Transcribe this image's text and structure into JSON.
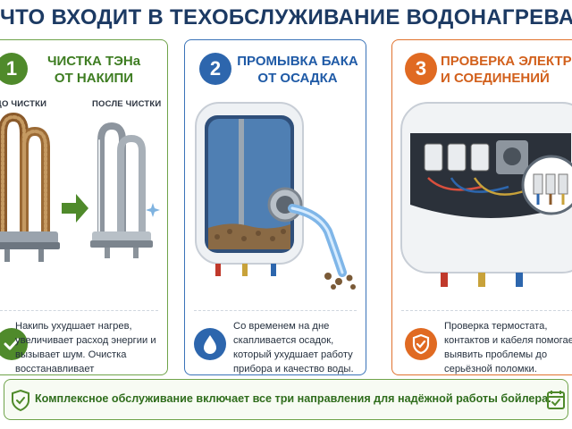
{
  "page": {
    "title": "ЧТО ВХОДИТ В ТЕХОБСЛУЖИВАНИЕ ВОДОНАГРЕВАТЕЛЯ"
  },
  "cards": [
    {
      "number": "1",
      "title": "ЧИСТКА ТЭНа\nОТ НАКИПИ",
      "before_label": "ДО ЧИСТКИ",
      "after_label": "ПОСЛЕ ЧИСТКИ",
      "text": "Накипь ухудшает нагрев, увеличивает расход энергии и вызывает шум. Очистка восстанавливает эффективность.",
      "icon": "check-icon",
      "accent": "#4f8a2b"
    },
    {
      "number": "2",
      "title": "ПРОМЫВКА БАКА\nОТ ОСАДКА",
      "text": "Со временем на дне скапливается осадок, который ухудшает работу прибора и качество воды.",
      "icon": "water-drop-icon",
      "accent": "#2d66ad"
    },
    {
      "number": "3",
      "title": "ПРОВЕРКА ЭЛЕКТРИКИ\nИ СОЕДИНЕНИЙ",
      "text": "Проверка термостата, контактов и кабеля помогает выявить проблемы до серьёзной поломки.",
      "icon": "shield-check-icon",
      "accent": "#e06a22"
    }
  ],
  "banner": {
    "text": "Комплексное обслуживание включает все три направления для надёжной работы бойлера.",
    "left_icon": "shield-check-icon",
    "right_icon": "calendar-check-icon"
  }
}
